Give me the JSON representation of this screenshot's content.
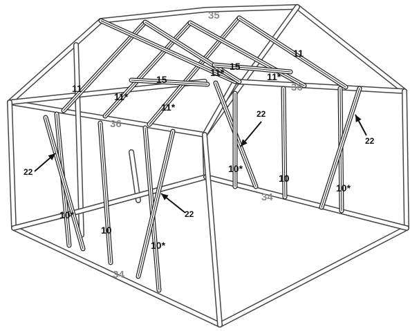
{
  "labels": {
    "ridge": "35",
    "rafter_right_top": "11",
    "rafter_left": "11",
    "rafter_inner_1": "11*",
    "rafter_inner_2": "11*",
    "rafter_inner_3": "11*",
    "rafter_inner_4": "11*",
    "purlin_left": "15",
    "purlin_right": "15",
    "eave_front": "36",
    "eave_back": "36",
    "base_front": "34",
    "base_right": "34",
    "stud_front_left": "10*",
    "stud_front_mid": "10",
    "stud_front_right": "10*",
    "stud_back_left": "10*",
    "stud_back_mid": "10",
    "stud_back_right": "10*",
    "brace_front_left": "22",
    "brace_front_right": "22",
    "brace_back_left": "22",
    "brace_back_right": "22"
  }
}
